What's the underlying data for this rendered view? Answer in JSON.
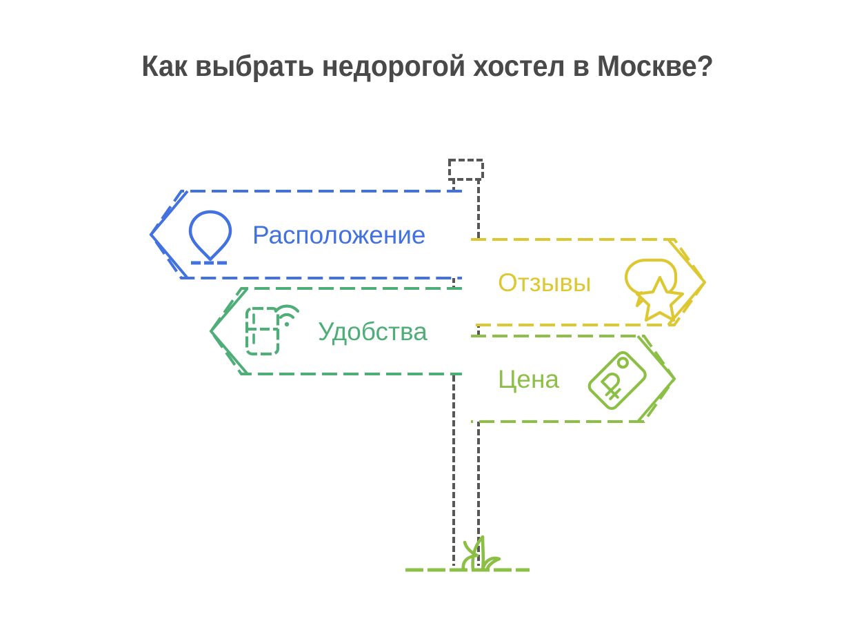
{
  "page": {
    "title": "Как выбрать недорогой хостел в Москве?",
    "background_color": "#ffffff",
    "title_color": "#494949"
  },
  "signpost": {
    "post_color": "#575757",
    "ground_color": "#8cbf45",
    "cap": "post-cap",
    "grass": "grass-tuft",
    "ground_line": "ground-line"
  },
  "signs": [
    {
      "id": "location",
      "label": "Расположение",
      "color": "#4271e0",
      "direction": "left",
      "icon": "map-pin-icon"
    },
    {
      "id": "reviews",
      "label": "Отзывы",
      "color": "#ddc832",
      "direction": "right",
      "icon": "speech-bubble-star-icon"
    },
    {
      "id": "amenities",
      "label": "Удобства",
      "color": "#4fae78",
      "direction": "left",
      "icon": "fridge-wifi-icon"
    },
    {
      "id": "price",
      "label": "Цена",
      "color": "#8cbf45",
      "direction": "right",
      "icon": "price-tag-ruble-icon"
    }
  ]
}
